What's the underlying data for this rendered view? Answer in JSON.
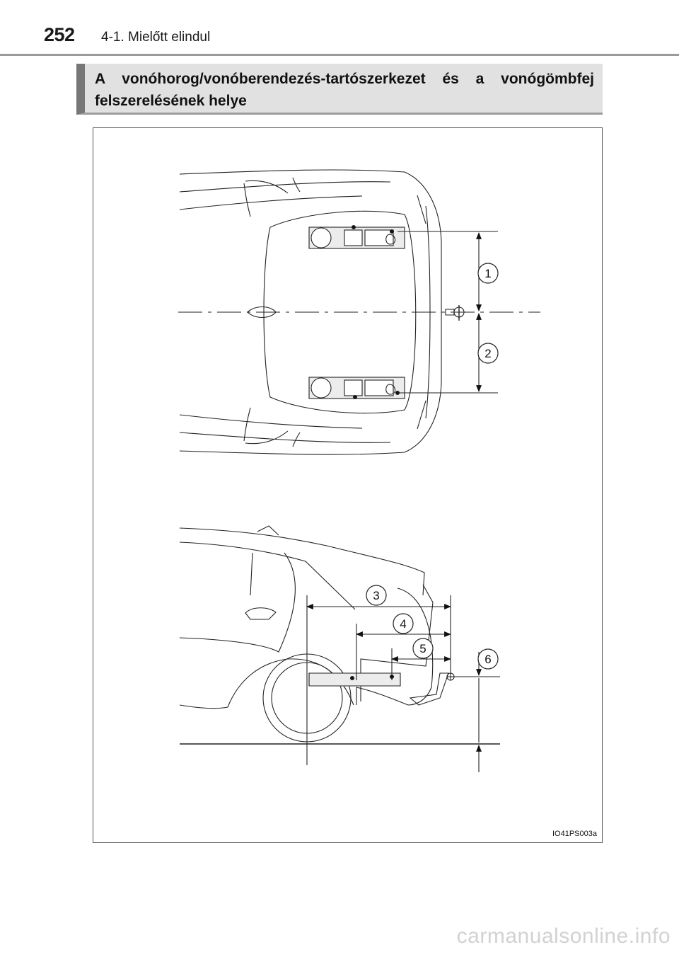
{
  "header": {
    "page_number": "252",
    "section": "4-1. Mielőtt elindul"
  },
  "heading": {
    "text": "A vonóhorog/vonóberendezés-tartószerkezet és a vonógömbfej felszerelésének helye"
  },
  "figure": {
    "code": "IO41PS003a",
    "callouts": [
      "1",
      "2",
      "3",
      "4",
      "5",
      "6"
    ]
  },
  "watermark": "carmanualsonline.info"
}
